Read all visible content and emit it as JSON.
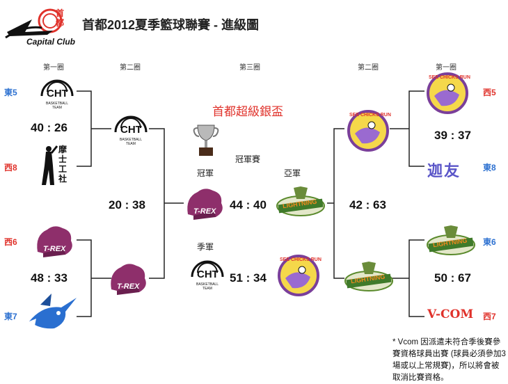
{
  "header": {
    "club_text": "Capital Club",
    "club_chinese": "首都",
    "title": "首都2012夏季籃球聯賽 - 進級圖"
  },
  "rounds": {
    "r1_left": "第一圈",
    "r2_left": "第二圈",
    "r3": "第三圈",
    "r2_right": "第二圈",
    "r1_right": "第一圈"
  },
  "seeds": {
    "left": [
      "東5",
      "西8",
      "西6",
      "東7"
    ],
    "right": [
      "西5",
      "東8",
      "東6",
      "西7"
    ]
  },
  "teams": {
    "cht": "CHT",
    "cht_sub": "BASKETBALL TEAM",
    "moshi": "摩士工社",
    "trex": "T-REX",
    "swordfish": "Swordfish",
    "sce": "SEE CHICKS RUN",
    "lightning": "LIGHTNING",
    "jiayou": "迦友",
    "vcom": "V-COM"
  },
  "scores": {
    "l1_top": "40 : 26",
    "l1_bottom": "48 : 33",
    "l2": "20 : 38",
    "final": "44 : 40",
    "third": "51 : 34",
    "r2": "42 : 63",
    "r1_top": "39 : 37",
    "r1_bottom": "50 : 67"
  },
  "center": {
    "cup_title": "首都超級銀盃",
    "final_label": "冠軍賽",
    "champion": "冠軍",
    "runner_up": "亞軍",
    "third": "季軍"
  },
  "note": "* Vcom 因派遣未符合季後賽參賽資格球員出賽 (球員必須參加3場或以上常規賽)，所以將會被取消比賽資格。"
}
